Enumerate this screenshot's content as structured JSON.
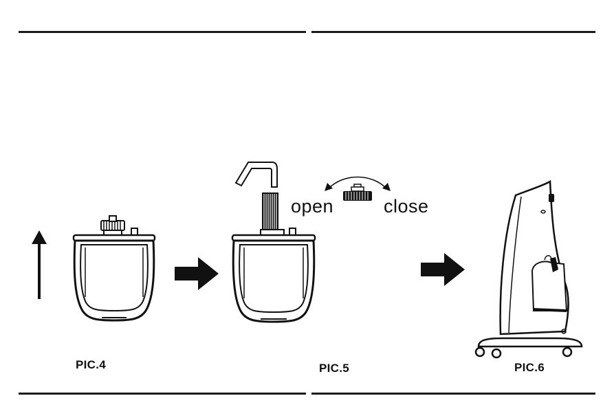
{
  "captions": {
    "pic4": "PIC.4",
    "pic5": "PIC.5",
    "pic6": "PIC.6"
  },
  "valve_labels": {
    "open": "open",
    "close": "close"
  },
  "icons": [
    "up-arrow-icon",
    "right-arrow-icon",
    "water-tank-icon",
    "pipe-hook-icon",
    "valve-cap-icon",
    "rotation-arrow-icon",
    "cooler-unit-icon"
  ],
  "colors": {
    "line": "#111111",
    "background": "#ffffff"
  }
}
